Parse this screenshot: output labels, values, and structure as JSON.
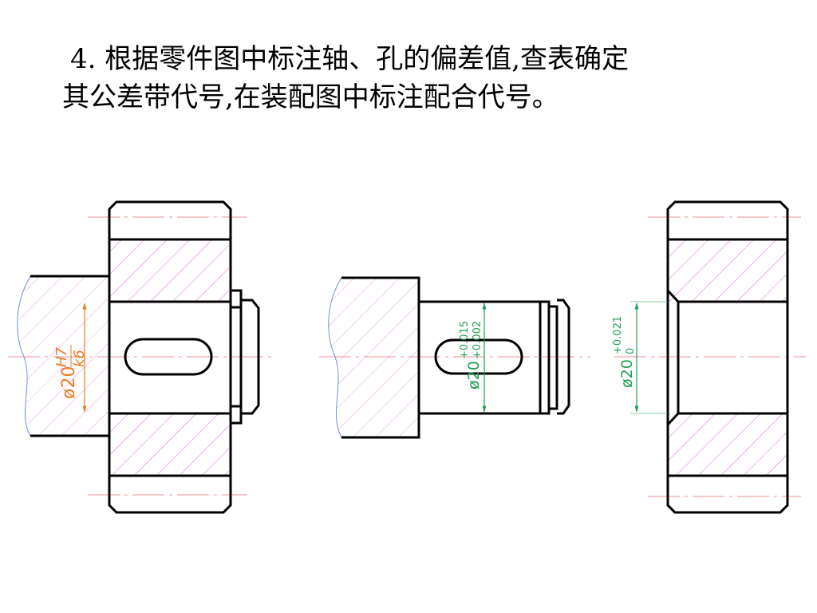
{
  "instruction": {
    "line1": "4. 根据零件图中标注轴、孔的偏差值,查表确定",
    "line2": "其公差带代号,在装配图中标注配合代号。"
  },
  "assembly": {
    "dim_symbol": "ø20",
    "fit_hole": "H7",
    "fit_shaft": "k6"
  },
  "shaft_part": {
    "dim_symbol": "ø20",
    "upper_dev": "+0.015",
    "lower_dev": "+0.002"
  },
  "hole_part": {
    "dim_symbol": "ø20",
    "upper_dev": "+0.021",
    "lower_dev": "0"
  },
  "colors": {
    "outline": "#000000",
    "hatch": "#e060e0",
    "centerline": "#e07070",
    "break_line": "#6b8fe0",
    "assembly_dim": "#f07820",
    "part_dim": "#20a050"
  }
}
